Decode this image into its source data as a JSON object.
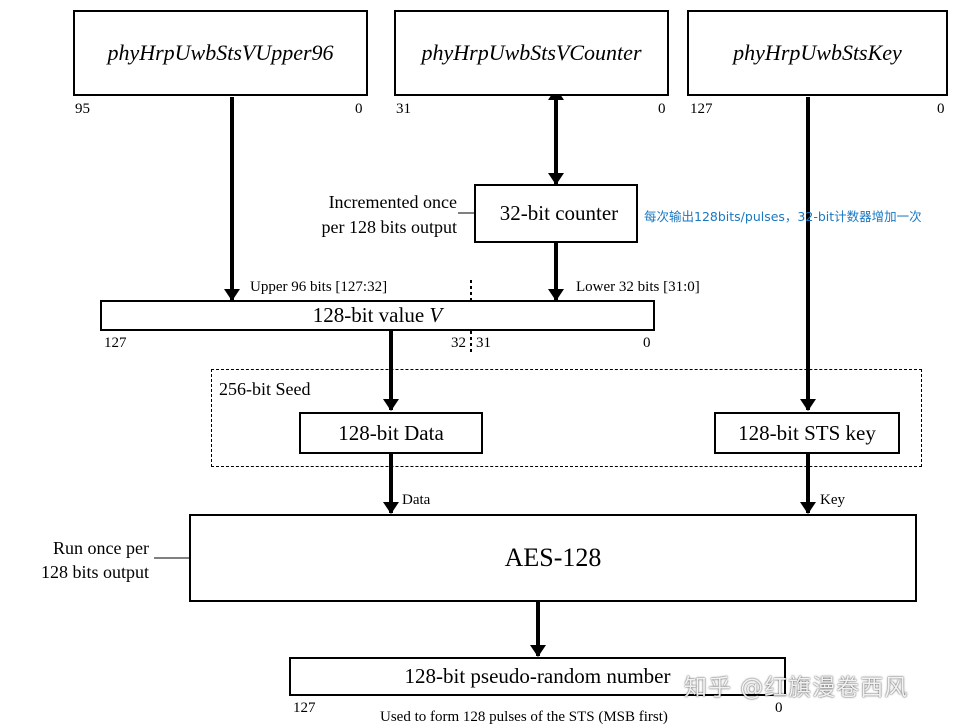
{
  "inputs": {
    "upper96": {
      "name": "phyHrpUwbStsVUpper96",
      "msb": "95",
      "lsb": "0"
    },
    "counter": {
      "name": "phyHrpUwbStsVCounter",
      "msb": "31",
      "lsb": "0"
    },
    "key": {
      "name": "phyHrpUwbStsKey",
      "msb": "127",
      "lsb": "0"
    }
  },
  "counter_block": {
    "label": "32-bit counter",
    "increment_note_line1": "Incremented once",
    "increment_note_line2": "per 128 bits output",
    "annotation_cn": "每次输出128bits/pulses，32-bit计数器增加一次"
  },
  "value_v": {
    "label": "128-bit value ",
    "label_var": "V",
    "upper_label": "Upper 96 bits [127:32]",
    "lower_label": "Lower 32 bits [31:0]",
    "bit_127": "127",
    "bit_32_31": "32",
    "bit_31": "31",
    "bit_0": "0"
  },
  "seed": {
    "label": "256-bit Seed",
    "data_label": "128-bit Data",
    "key_label": "128-bit STS key"
  },
  "aes": {
    "label": "AES-128",
    "data_input": "Data",
    "key_input": "Key",
    "run_note_line1": "Run once per",
    "run_note_line2": "128 bits output"
  },
  "output": {
    "label": "128-bit pseudo-random number",
    "bit_127": "127",
    "bit_0": "0",
    "caption": "Used to form 128 pulses of the STS (MSB first)"
  },
  "watermark": "知乎 @红旗漫卷西风"
}
